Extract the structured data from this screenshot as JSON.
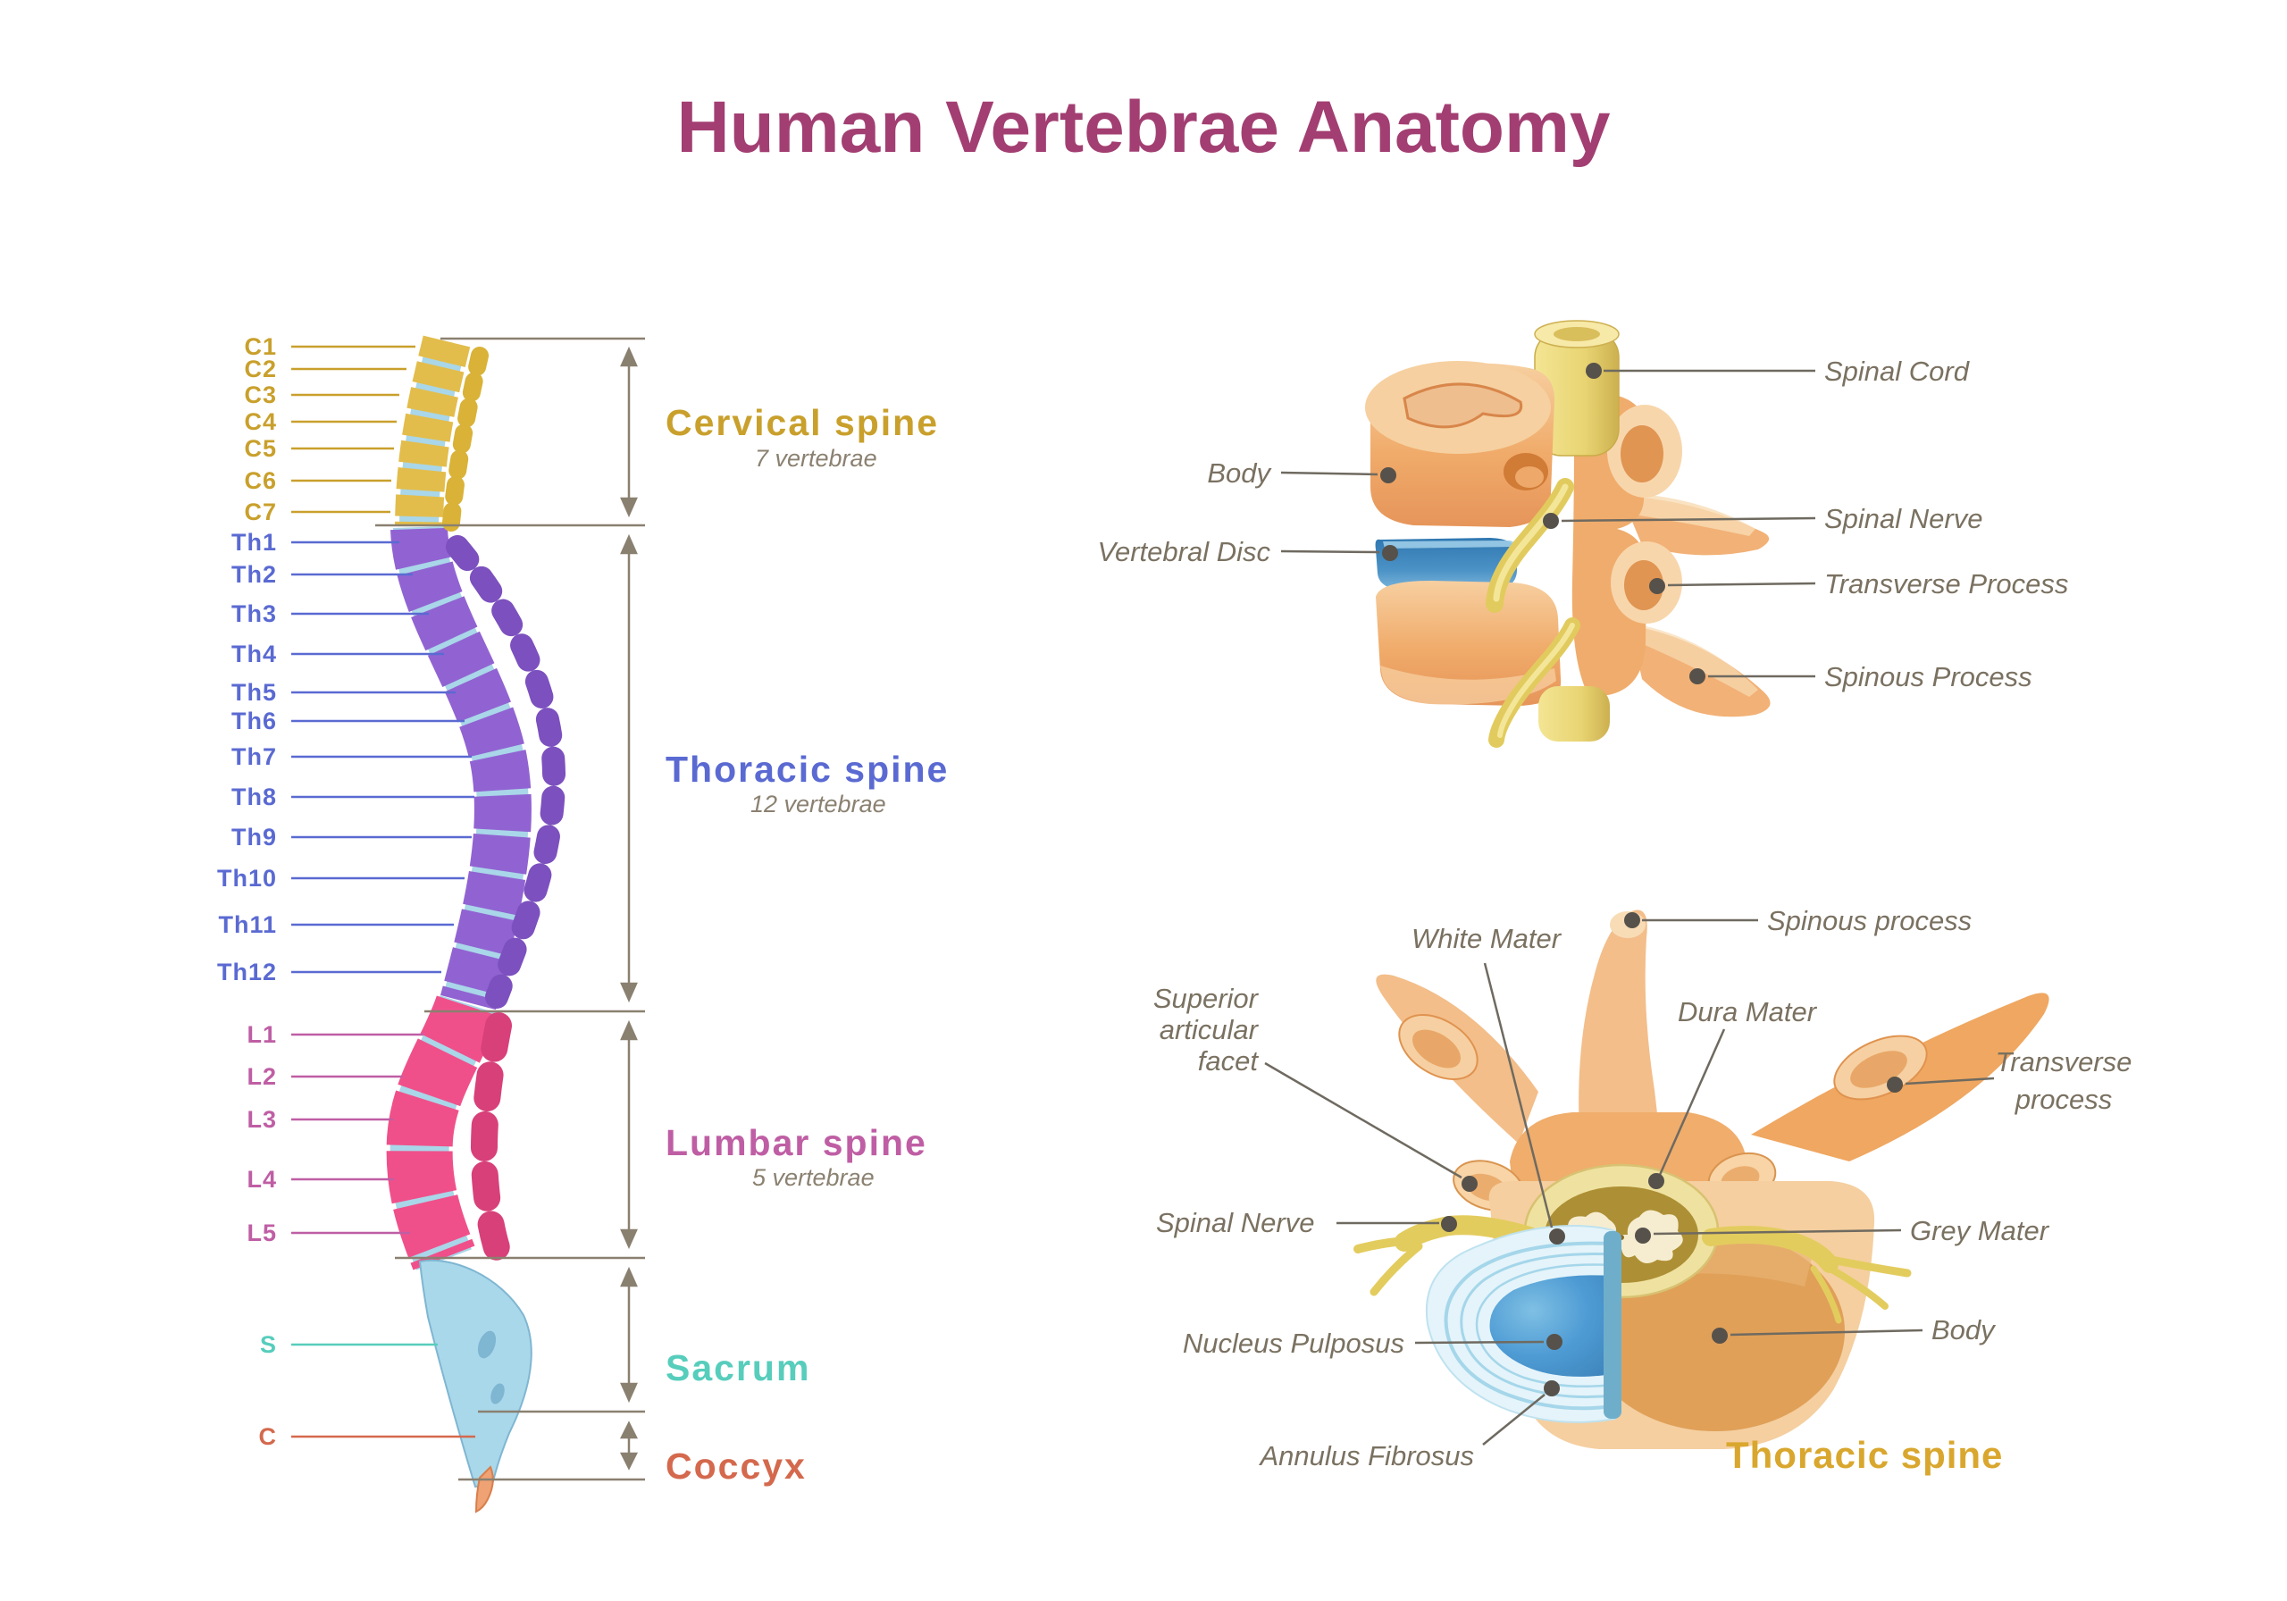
{
  "title": "Human Vertebrae Anatomy",
  "colors": {
    "title": "#a23e72",
    "cervical": "#c9a02c",
    "thoracic": "#5a6ad2",
    "lumbar": "#bf5ea4",
    "sacrum": "#57cdbc",
    "coccyx": "#d4694d",
    "annotation_text": "#7a7161",
    "caption_gold": "#d9a72e"
  },
  "spine": {
    "cervical": {
      "labels": [
        "C1",
        "C2",
        "C3",
        "C4",
        "C5",
        "C6",
        "C7"
      ],
      "title": "Cervical spine",
      "subtitle": "7 vertebrae"
    },
    "thoracic": {
      "labels": [
        "Th1",
        "Th2",
        "Th3",
        "Th4",
        "Th5",
        "Th6",
        "Th7",
        "Th8",
        "Th9",
        "Th10",
        "Th11",
        "Th12"
      ],
      "title": "Thoracic spine",
      "subtitle": "12 vertebrae"
    },
    "lumbar": {
      "labels": [
        "L1",
        "L2",
        "L3",
        "L4",
        "L5"
      ],
      "title": "Lumbar spine",
      "subtitle": "5 vertebrae"
    },
    "sacrum": {
      "label": "S",
      "title": "Sacrum"
    },
    "coccyx": {
      "label": "C",
      "title": "Coccyx"
    }
  },
  "side_view": {
    "spinal_cord": "Spinal Cord",
    "body": "Body",
    "spinal_nerve": "Spinal Nerve",
    "vertebral_disc": "Vertebral Disc",
    "transverse_process": "Transverse Process",
    "spinous_process": "Spinous Process"
  },
  "top_view": {
    "white_mater": "White Mater",
    "spinous_process": "Spinous process",
    "dura_mater": "Dura Mater",
    "superior_articular_facet": "Superior articular facet",
    "transverse_process": "Transverse process",
    "grey_mater": "Grey Mater",
    "spinal_nerve": "Spinal Nerve",
    "nucleus_pulposus": "Nucleus Pulposus",
    "body": "Body",
    "annulus_fibrosus": "Annulus Fibrosus",
    "caption": "Thoracic spine"
  }
}
